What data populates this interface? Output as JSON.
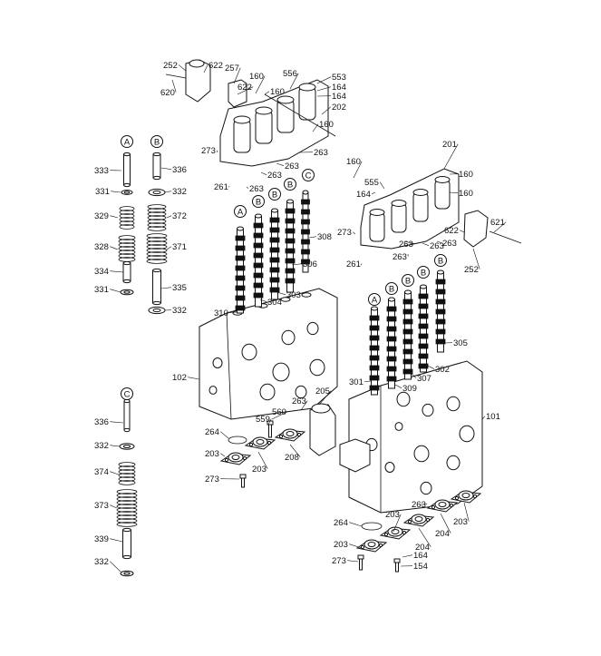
{
  "labels": [
    {
      "id": "l252a",
      "text": "252"
    },
    {
      "id": "l622a",
      "text": "622"
    },
    {
      "id": "l257",
      "text": "257"
    },
    {
      "id": "l620",
      "text": "620"
    },
    {
      "id": "l622b",
      "text": "622"
    },
    {
      "id": "l160a",
      "text": "160"
    },
    {
      "id": "l160b",
      "text": "160"
    },
    {
      "id": "l556",
      "text": "556"
    },
    {
      "id": "l553",
      "text": "553"
    },
    {
      "id": "l164a",
      "text": "164"
    },
    {
      "id": "l164b",
      "text": "164"
    },
    {
      "id": "l202",
      "text": "202"
    },
    {
      "id": "l160c",
      "text": "160"
    },
    {
      "id": "l273a",
      "text": "273"
    },
    {
      "id": "l263a",
      "text": "263"
    },
    {
      "id": "l263b",
      "text": "263"
    },
    {
      "id": "l263c",
      "text": "263"
    },
    {
      "id": "l261",
      "text": "261"
    },
    {
      "id": "l263d",
      "text": "263"
    },
    {
      "id": "l333",
      "text": "333"
    },
    {
      "id": "l336a",
      "text": "336"
    },
    {
      "id": "l331a",
      "text": "331"
    },
    {
      "id": "l332a",
      "text": "332"
    },
    {
      "id": "l329",
      "text": "329"
    },
    {
      "id": "l372",
      "text": "372"
    },
    {
      "id": "l328",
      "text": "328"
    },
    {
      "id": "l371",
      "text": "371"
    },
    {
      "id": "l334",
      "text": "334"
    },
    {
      "id": "l331b",
      "text": "331"
    },
    {
      "id": "l335",
      "text": "335"
    },
    {
      "id": "l332b",
      "text": "332"
    },
    {
      "id": "l308",
      "text": "308"
    },
    {
      "id": "l306",
      "text": "306"
    },
    {
      "id": "l303",
      "text": "303"
    },
    {
      "id": "l304",
      "text": "304"
    },
    {
      "id": "l310",
      "text": "310"
    },
    {
      "id": "l102",
      "text": "102"
    },
    {
      "id": "l201",
      "text": "201"
    },
    {
      "id": "l160d",
      "text": "160"
    },
    {
      "id": "l555",
      "text": "555"
    },
    {
      "id": "l160e",
      "text": "160"
    },
    {
      "id": "l164c",
      "text": "164"
    },
    {
      "id": "l160f",
      "text": "160"
    },
    {
      "id": "l621",
      "text": "621"
    },
    {
      "id": "l273b",
      "text": "273"
    },
    {
      "id": "l622c",
      "text": "622"
    },
    {
      "id": "l263e",
      "text": "263"
    },
    {
      "id": "l263f",
      "text": "263"
    },
    {
      "id": "l263g",
      "text": "263"
    },
    {
      "id": "l263h",
      "text": "263"
    },
    {
      "id": "l252b",
      "text": "252"
    },
    {
      "id": "l261b",
      "text": "261"
    },
    {
      "id": "l305",
      "text": "305"
    },
    {
      "id": "l302",
      "text": "302"
    },
    {
      "id": "l307",
      "text": "307"
    },
    {
      "id": "l309",
      "text": "309"
    },
    {
      "id": "l301",
      "text": "301"
    },
    {
      "id": "l101",
      "text": "101"
    },
    {
      "id": "l205",
      "text": "205"
    },
    {
      "id": "l263i",
      "text": "263"
    },
    {
      "id": "l560",
      "text": "560"
    },
    {
      "id": "l559",
      "text": "559"
    },
    {
      "id": "l264a",
      "text": "264"
    },
    {
      "id": "l203a",
      "text": "203"
    },
    {
      "id": "l203b",
      "text": "203"
    },
    {
      "id": "l208",
      "text": "208"
    },
    {
      "id": "l273c",
      "text": "273"
    },
    {
      "id": "l336b",
      "text": "336"
    },
    {
      "id": "l332c",
      "text": "332"
    },
    {
      "id": "l374",
      "text": "374"
    },
    {
      "id": "l373",
      "text": "373"
    },
    {
      "id": "l339",
      "text": "339"
    },
    {
      "id": "l332d",
      "text": "332"
    },
    {
      "id": "l263j",
      "text": "263"
    },
    {
      "id": "l203c",
      "text": "203"
    },
    {
      "id": "l203d",
      "text": "203"
    },
    {
      "id": "l264b",
      "text": "264"
    },
    {
      "id": "l204a",
      "text": "204"
    },
    {
      "id": "l204b",
      "text": "204"
    },
    {
      "id": "l203e",
      "text": "203"
    },
    {
      "id": "l164d",
      "text": "164"
    },
    {
      "id": "l273d",
      "text": "273"
    },
    {
      "id": "l154",
      "text": "154"
    }
  ],
  "markers": [
    {
      "id": "mA1",
      "text": "A"
    },
    {
      "id": "mB1",
      "text": "B"
    },
    {
      "id": "mC1",
      "text": "C"
    },
    {
      "id": "mA2",
      "text": "A"
    },
    {
      "id": "mB2",
      "text": "B"
    },
    {
      "id": "mB3",
      "text": "B"
    },
    {
      "id": "mB4",
      "text": "B"
    },
    {
      "id": "mC2",
      "text": "C"
    },
    {
      "id": "mA3",
      "text": "A"
    },
    {
      "id": "mB5",
      "text": "B"
    },
    {
      "id": "mB6",
      "text": "B"
    },
    {
      "id": "mB7",
      "text": "B"
    },
    {
      "id": "mB8",
      "text": "B"
    }
  ]
}
